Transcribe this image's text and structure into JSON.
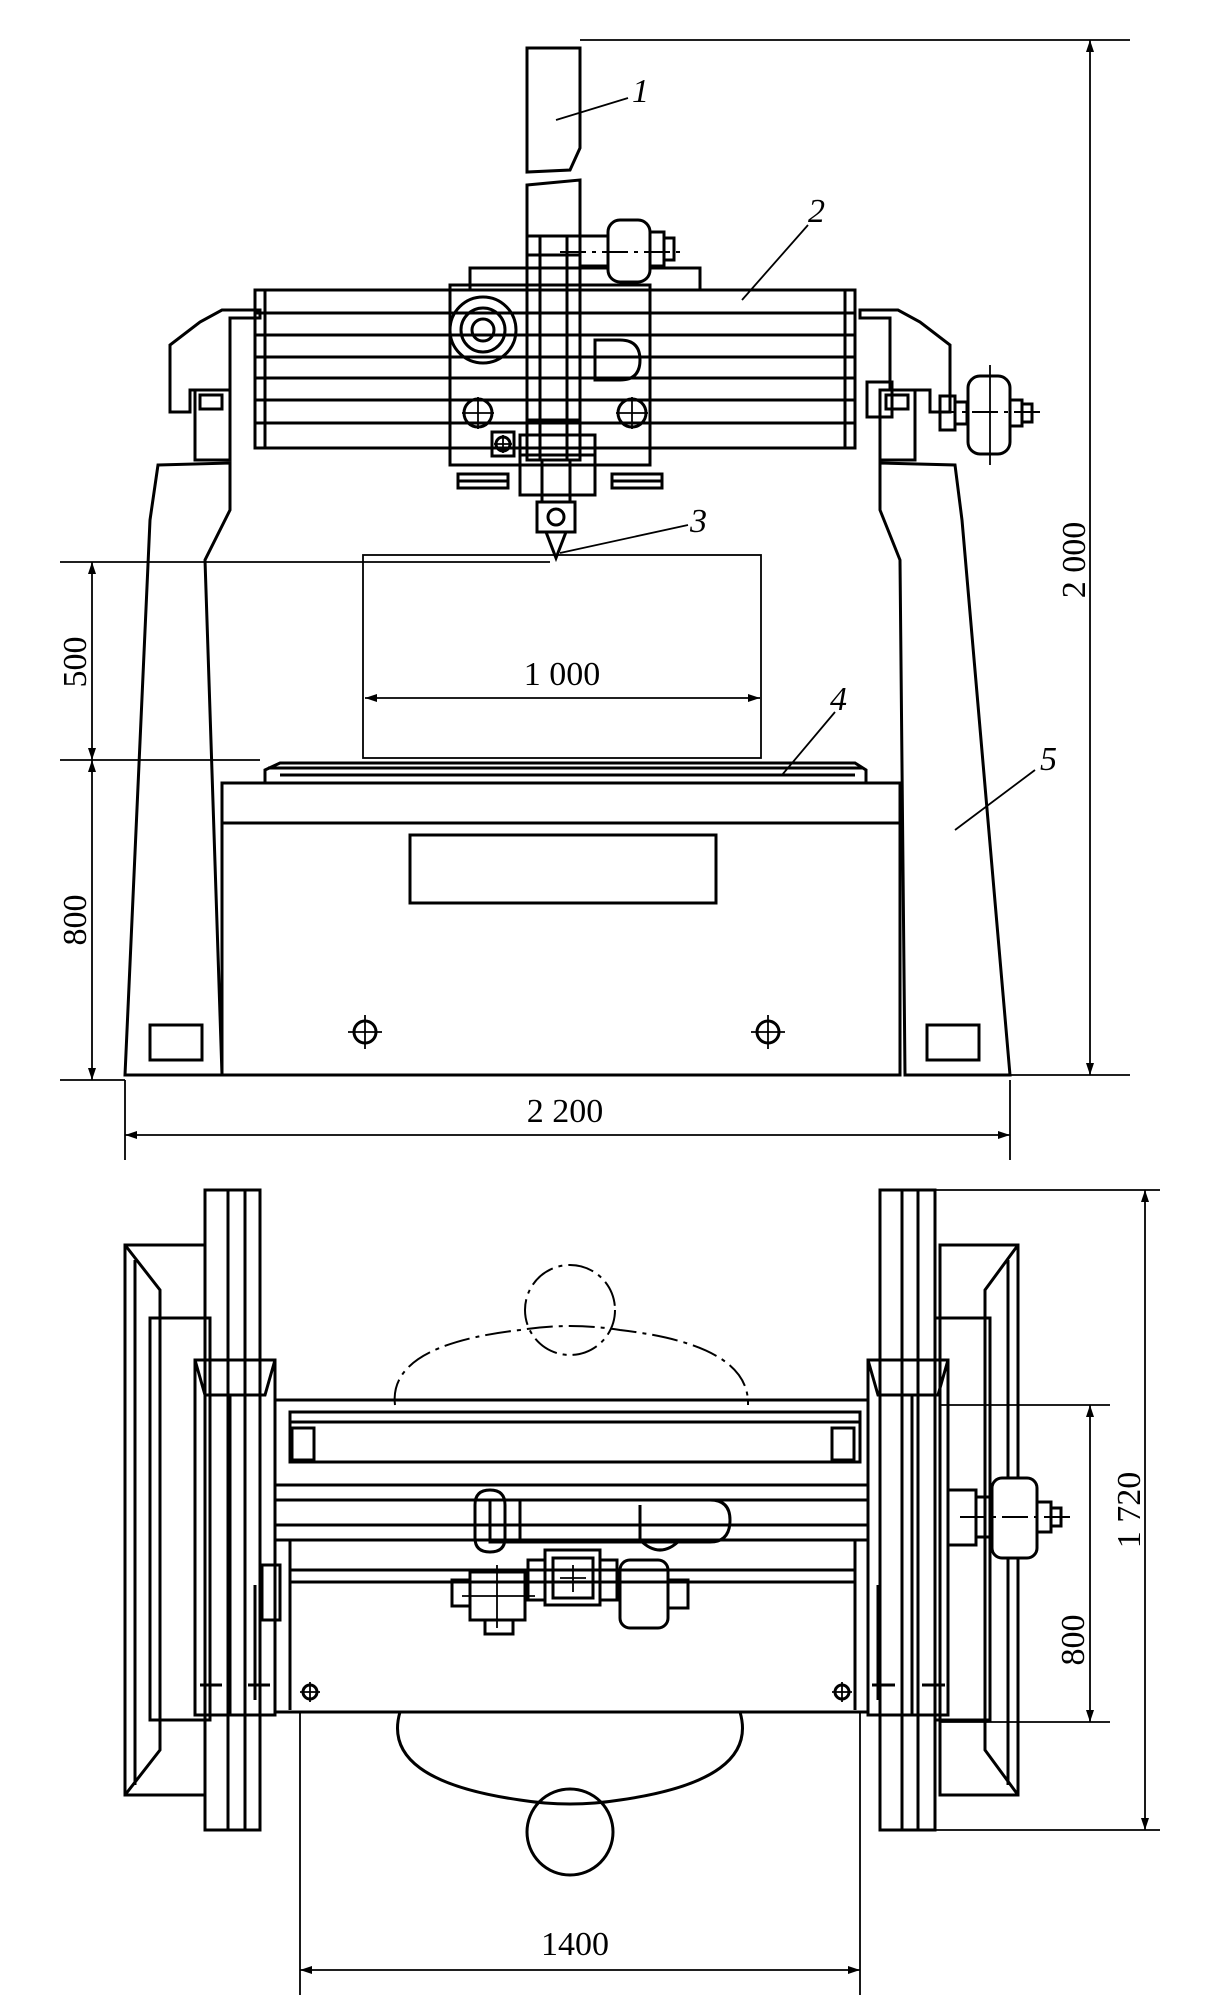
{
  "callouts": [
    "1",
    "2",
    "3",
    "4",
    "5"
  ],
  "front_view": {
    "dim_total_height": "2 000",
    "dim_total_width": "2 200",
    "dim_work_width": "1 000",
    "dim_work_height": "500",
    "dim_table_height": "800"
  },
  "top_view": {
    "dim_depth": "1 720",
    "dim_stroke": "800",
    "dim_width": "1400"
  }
}
